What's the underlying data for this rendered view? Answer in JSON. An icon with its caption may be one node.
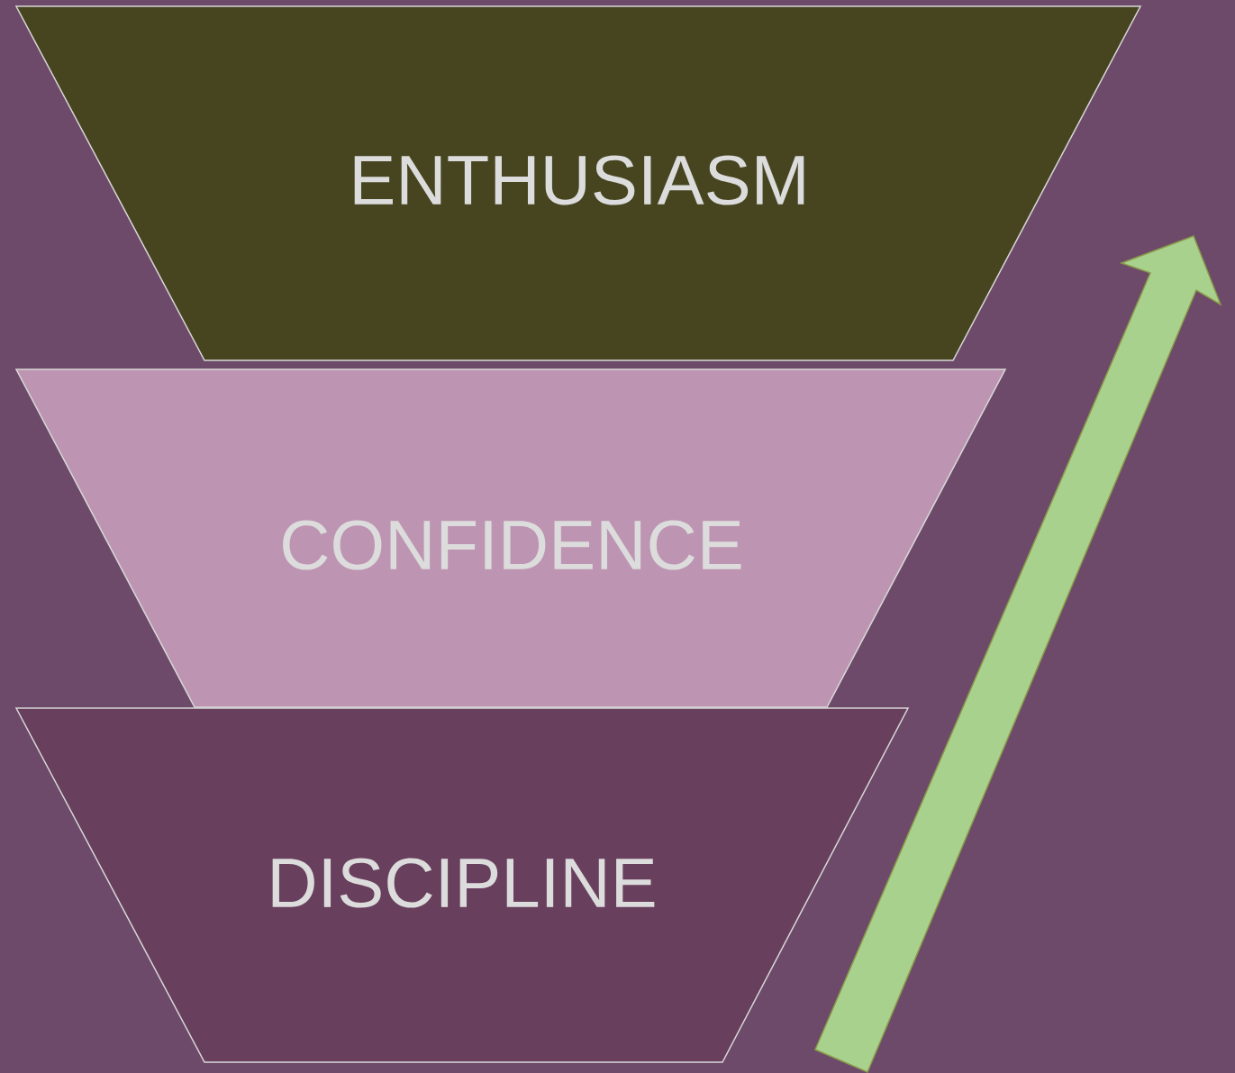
{
  "diagram": {
    "nodes": [
      {
        "text": [
          "ENTHUSIASM"
        ]
      },
      {
        "text": [
          "CONFIDENCE"
        ]
      },
      {
        "text": [
          "DISCIPLINE"
        ]
      }
    ]
  }
}
